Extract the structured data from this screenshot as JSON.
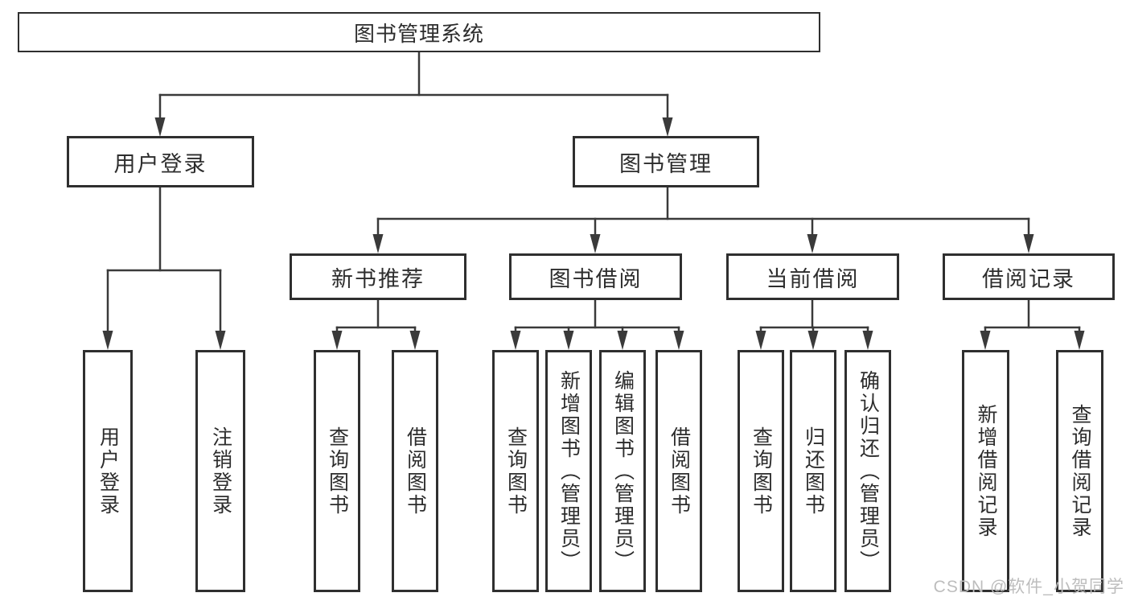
{
  "diagram": {
    "line_color": "#3a3a3a",
    "watermark": "CSDN @软件_小贺同学",
    "root": {
      "label": "图书管理系统",
      "children": [
        {
          "label": "用户登录",
          "children": [
            {
              "label": "用户登录"
            },
            {
              "label": "注销登录"
            }
          ]
        },
        {
          "label": "图书管理",
          "children": [
            {
              "label": "新书推荐",
              "children": [
                {
                  "label": "查询图书"
                },
                {
                  "label": "借阅图书"
                }
              ]
            },
            {
              "label": "图书借阅",
              "children": [
                {
                  "label": "查询图书"
                },
                {
                  "label": "新增图书（管理员）"
                },
                {
                  "label": "编辑图书（管理员）"
                },
                {
                  "label": "借阅图书"
                }
              ]
            },
            {
              "label": "当前借阅",
              "children": [
                {
                  "label": "查询图书"
                },
                {
                  "label": "归还图书"
                },
                {
                  "label": "确认归还（管理员）"
                }
              ]
            },
            {
              "label": "借阅记录",
              "children": [
                {
                  "label": "新增借阅记录"
                },
                {
                  "label": "查询借阅记录"
                }
              ]
            }
          ]
        }
      ]
    }
  }
}
